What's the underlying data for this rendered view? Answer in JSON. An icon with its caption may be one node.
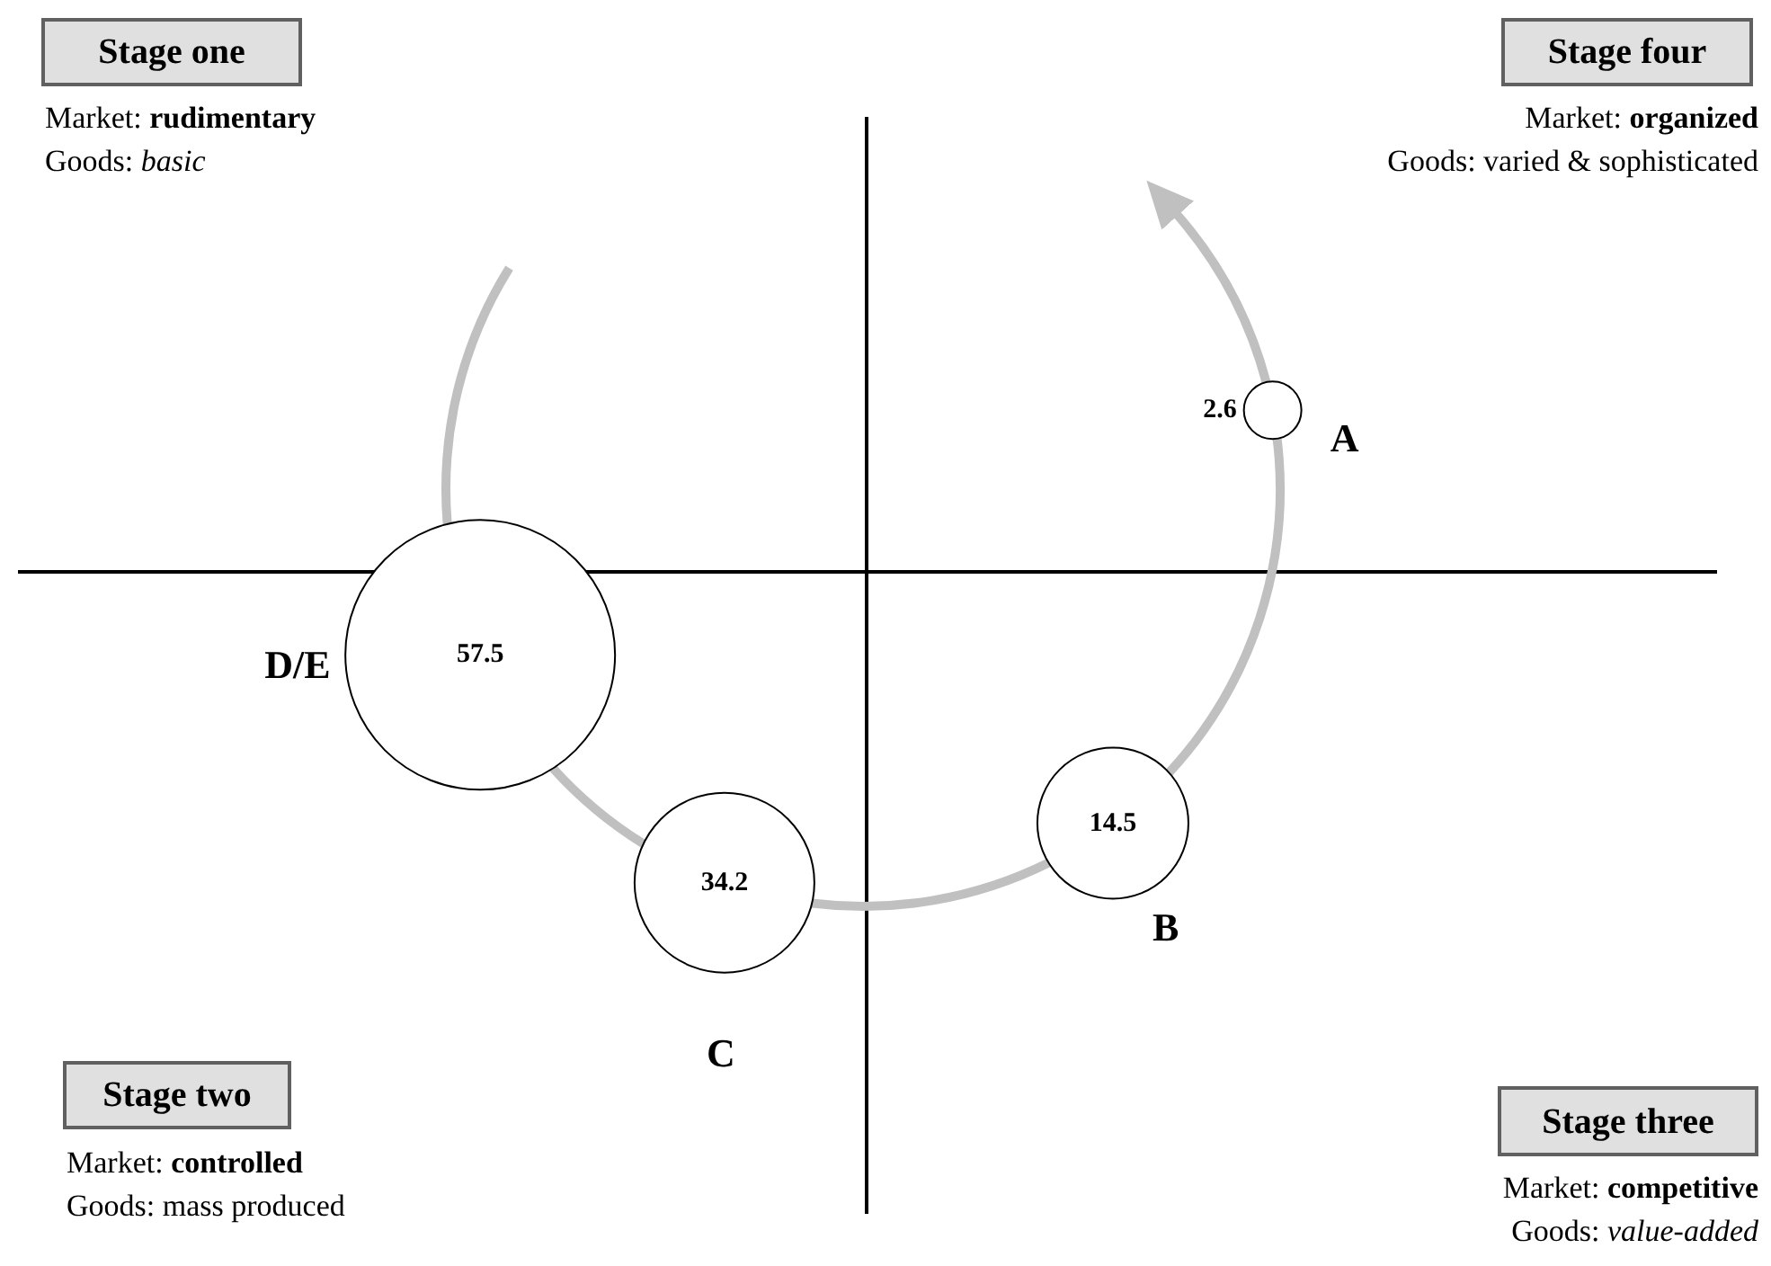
{
  "diagram": {
    "nodes": [
      {
        "text": [
          "Stage one"
        ],
        "beside": [
          "Market: **rudimentary**",
          "Goods: *basic*"
        ]
      },
      {
        "text": [
          "Stage four"
        ],
        "beside": [
          "Market: **organized**",
          "Goods: varied & sophisticated"
        ]
      },
      {
        "text": [
          "2.6"
        ],
        "beside": [
          "A"
        ]
      },
      {
        "text": [
          "57.5"
        ],
        "beside": [
          "D/E"
        ]
      },
      {
        "text": [
          "34.2"
        ],
        "beside": [
          "C"
        ]
      },
      {
        "text": [
          "14.5"
        ],
        "beside": [
          "B"
        ]
      },
      {
        "text": [
          "Stage two"
        ],
        "beside": [
          "Market: **controlled**",
          "Goods: mass produced"
        ]
      },
      {
        "text": [
          "Stage three"
        ],
        "beside": [
          "Market: **competitive**",
          "Goods: *value-added*"
        ]
      }
    ],
    "edges": [
      {
        "from": null,
        "to": 3,
        "arrow": "none"
      },
      {
        "from": 3,
        "to": 4,
        "arrow": "none"
      },
      {
        "from": 4,
        "to": 5,
        "arrow": "none"
      },
      {
        "from": 5,
        "to": 2,
        "arrow": "none"
      },
      {
        "from": 2,
        "to": null,
        "arrow": "to"
      }
    ]
  }
}
